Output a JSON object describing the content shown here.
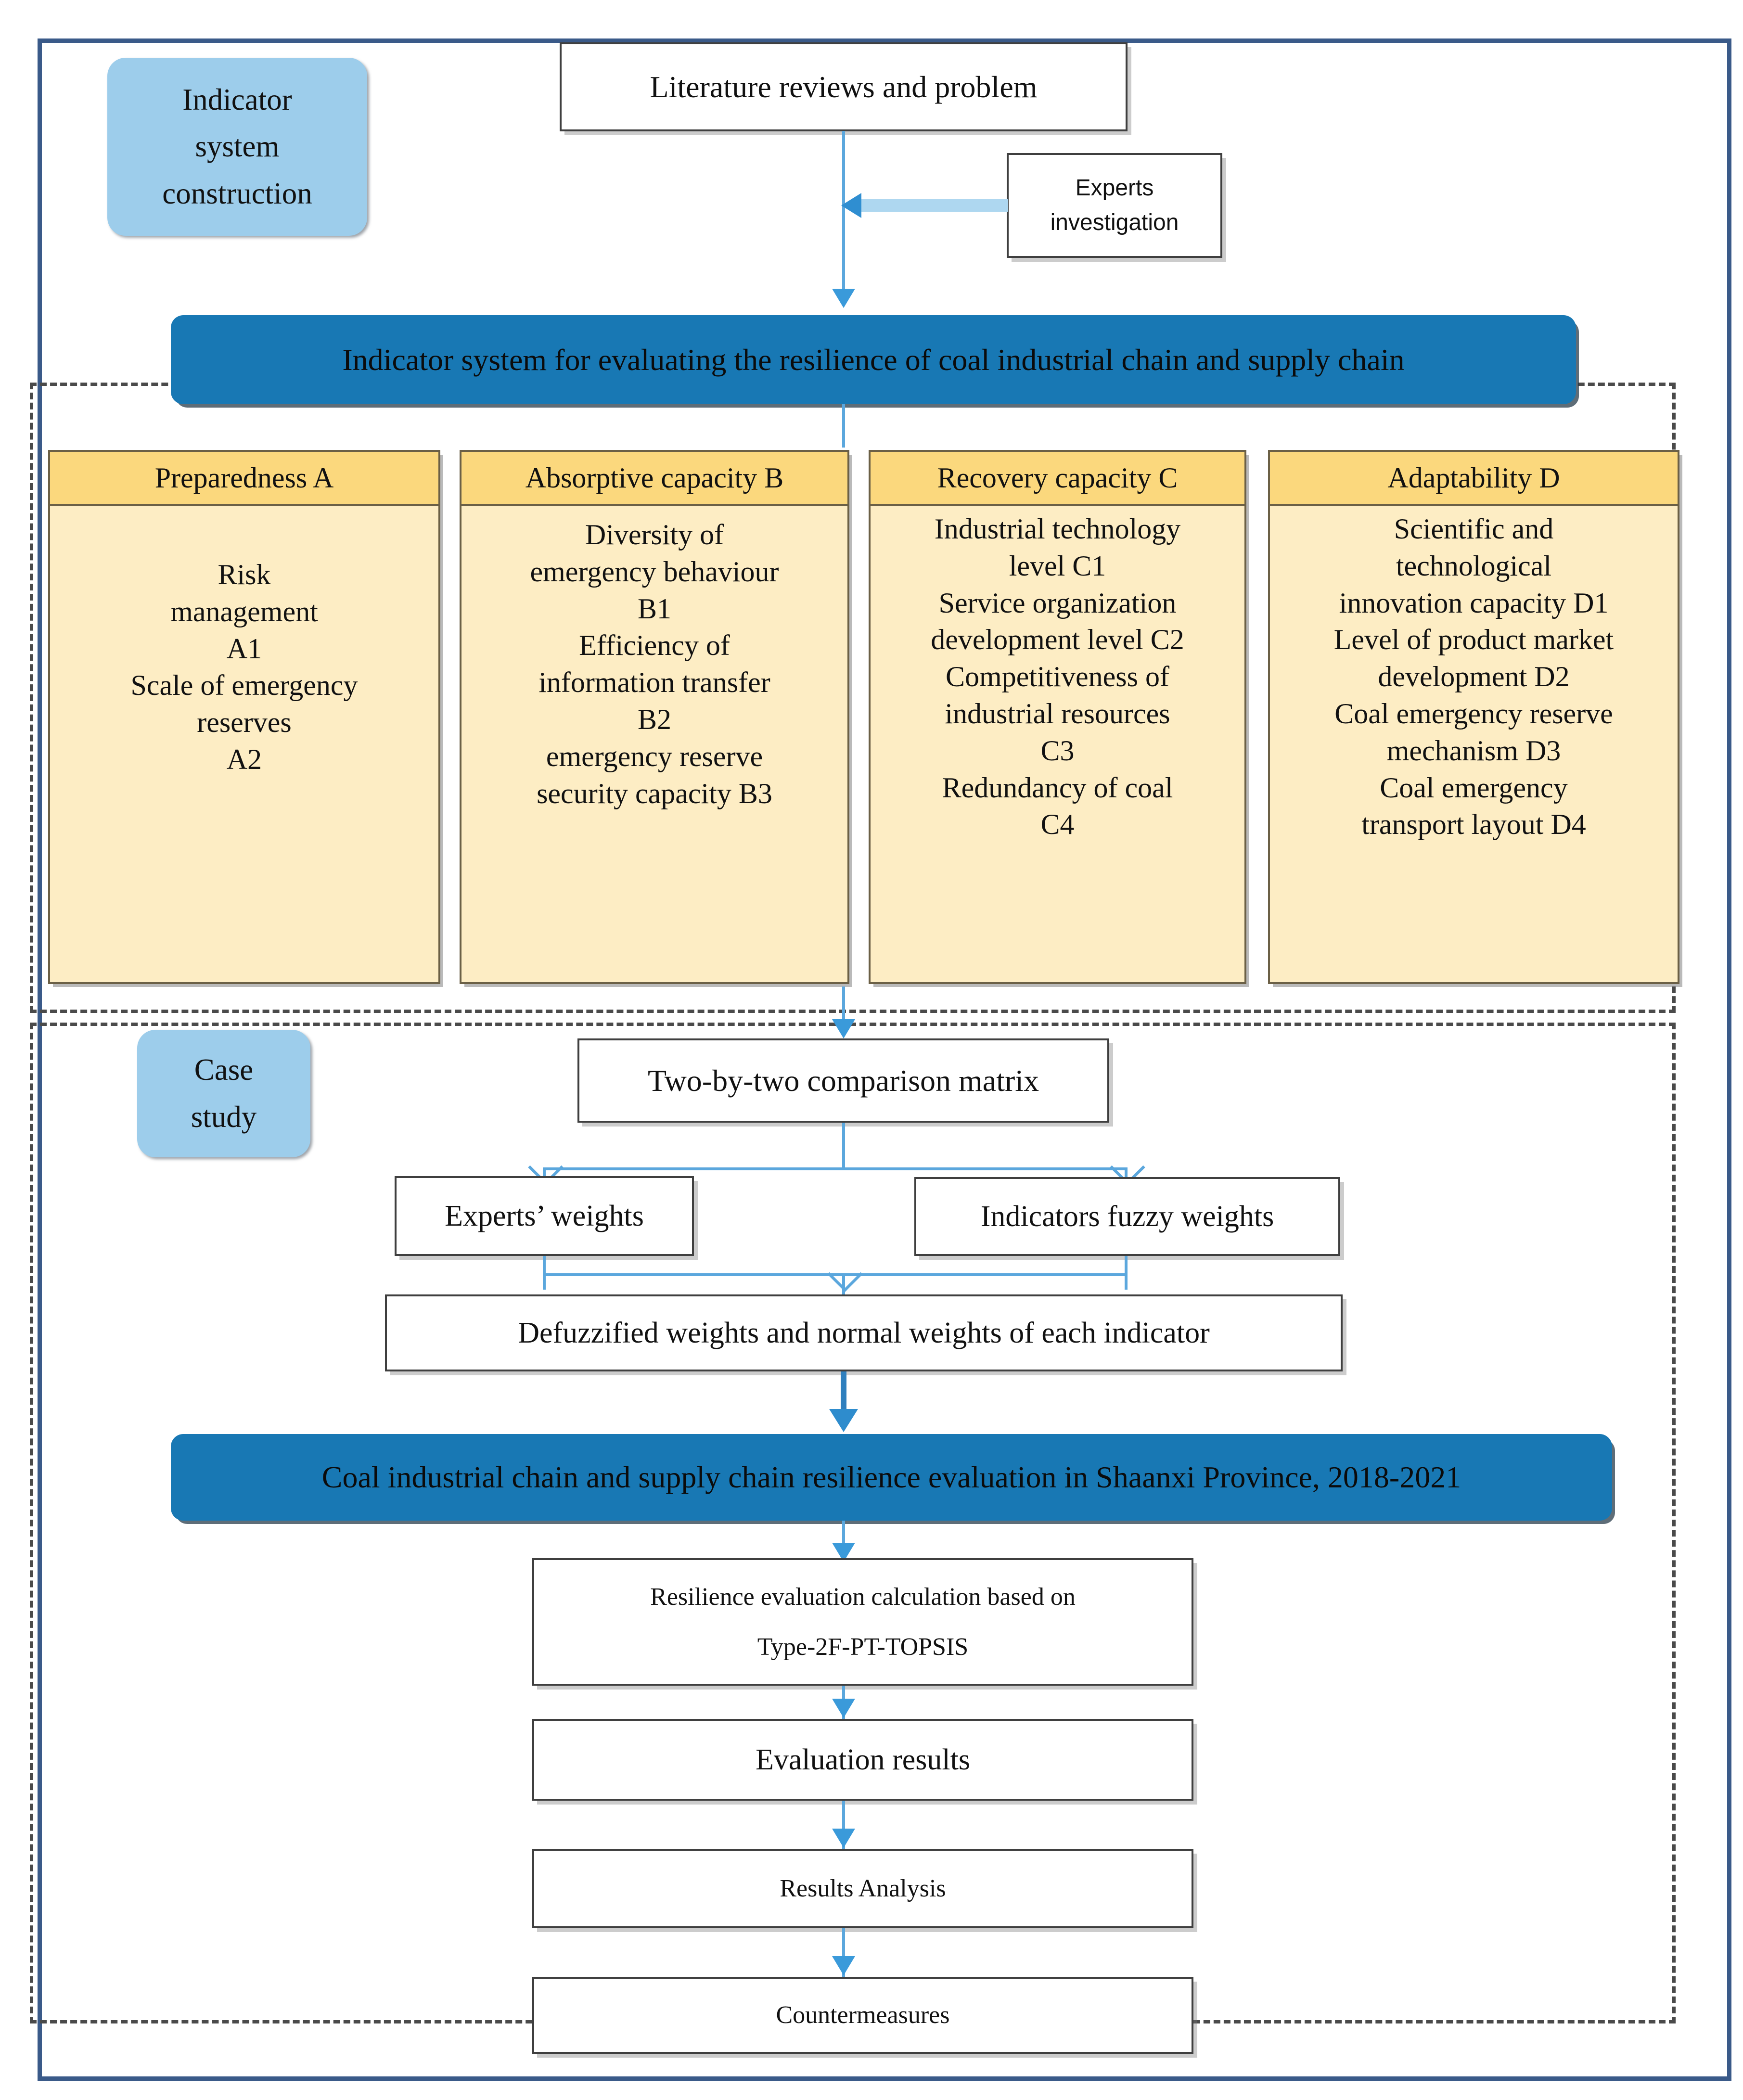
{
  "stages": {
    "indicator_system_construction": "Indicator\nsystem\nconstruction",
    "case_study": "Case\nstudy"
  },
  "flow": {
    "literature_reviews": "Literature reviews and problem",
    "experts_investigation": "Experts\ninvestigation",
    "indicator_banner": "Indicator system for evaluating the resilience of coal industrial chain and supply chain",
    "comparison_matrix": "Two-by-two comparison matrix",
    "experts_weights": "Experts’ weights",
    "indicators_fuzzy_weights": "Indicators fuzzy weights",
    "defuzzified_weights": "Defuzzified weights and normal weights of each indicator",
    "evaluation_banner": "Coal industrial chain and supply chain resilience evaluation in Shaanxi Province, 2018-2021",
    "topsis_line1": "Resilience evaluation calculation based on",
    "topsis_line2": "Type-2F-PT-TOPSIS",
    "evaluation_results": "Evaluation results",
    "results_analysis": "Results Analysis",
    "countermeasures": "Countermeasures"
  },
  "capabilities": [
    {
      "id": "A",
      "header": "Preparedness A",
      "lines": [
        "Risk",
        "management",
        "A1",
        "Scale of emergency",
        "reserves",
        "A2"
      ]
    },
    {
      "id": "B",
      "header": "Absorptive capacity B",
      "lines": [
        "Diversity of",
        "emergency behaviour",
        "B1",
        "Efficiency of",
        "information transfer",
        "B2",
        "emergency reserve",
        "security capacity B3"
      ]
    },
    {
      "id": "C",
      "header": "Recovery capacity C",
      "lines": [
        "Industrial technology",
        "level C1",
        "Service organization",
        "development level C2",
        "Competitiveness of",
        "industrial resources",
        "C3",
        "Redundancy of coal",
        "C4"
      ]
    },
    {
      "id": "D",
      "header": "Adaptability D",
      "lines": [
        "Scientific and",
        "technological",
        "innovation capacity D1",
        "Level of product market",
        "development D2",
        "Coal emergency reserve",
        "mechanism D3",
        "Coal emergency",
        "transport layout D4"
      ]
    }
  ],
  "colors": {
    "outer_frame": "#3a5a89",
    "stage_label_fill": "#9dcdeb",
    "banner_fill": "#1878b4",
    "capability_header_fill": "#fbd87d",
    "capability_body_fill": "#fdedc4",
    "connector": "#5ba7dd",
    "dashed_frame": "#4a4a4a"
  }
}
